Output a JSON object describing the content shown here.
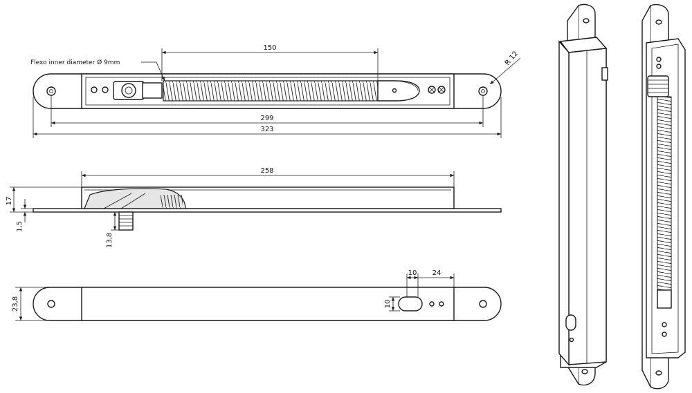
{
  "top_view": {
    "note": "Flexo inner diameter Ø 9mm",
    "dim_spring": "150",
    "dim_holes": "299",
    "dim_total": "323",
    "dim_radius": "R 12"
  },
  "side_view": {
    "dim_body": "258",
    "dim_height": "17",
    "dim_plate": "1,5",
    "dim_stud": "13,8"
  },
  "bottom_view": {
    "dim_width": "23,8",
    "dim_slot_w": "10",
    "dim_slot_pos": "24",
    "dim_slot_h": "10"
  }
}
